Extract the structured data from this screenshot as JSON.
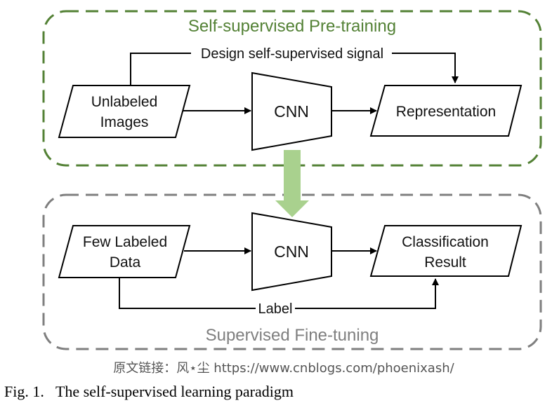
{
  "pretraining": {
    "title": "Self-supervised Pre-training",
    "input_label_line1": "Unlabeled",
    "input_label_line2": "Images",
    "model_label": "CNN",
    "output_label": "Representation",
    "signal_label": "Design self-supervised signal",
    "border_color": "#538135"
  },
  "finetuning": {
    "title": "Supervised Fine-tuning",
    "input_label_line1": "Few Labeled",
    "input_label_line2": "Data",
    "model_label": "CNN",
    "output_label_line1": "Classification",
    "output_label_line2": "Result",
    "label_edge": "Label",
    "border_color": "#7f7f7f"
  },
  "transfer_arrow_color": "#a9d18e",
  "watermark": "原文链接：风⋆尘 https://www.cnblogs.com/phoenixash/",
  "caption": "Fig. 1.   The self-supervised learning paradigm"
}
